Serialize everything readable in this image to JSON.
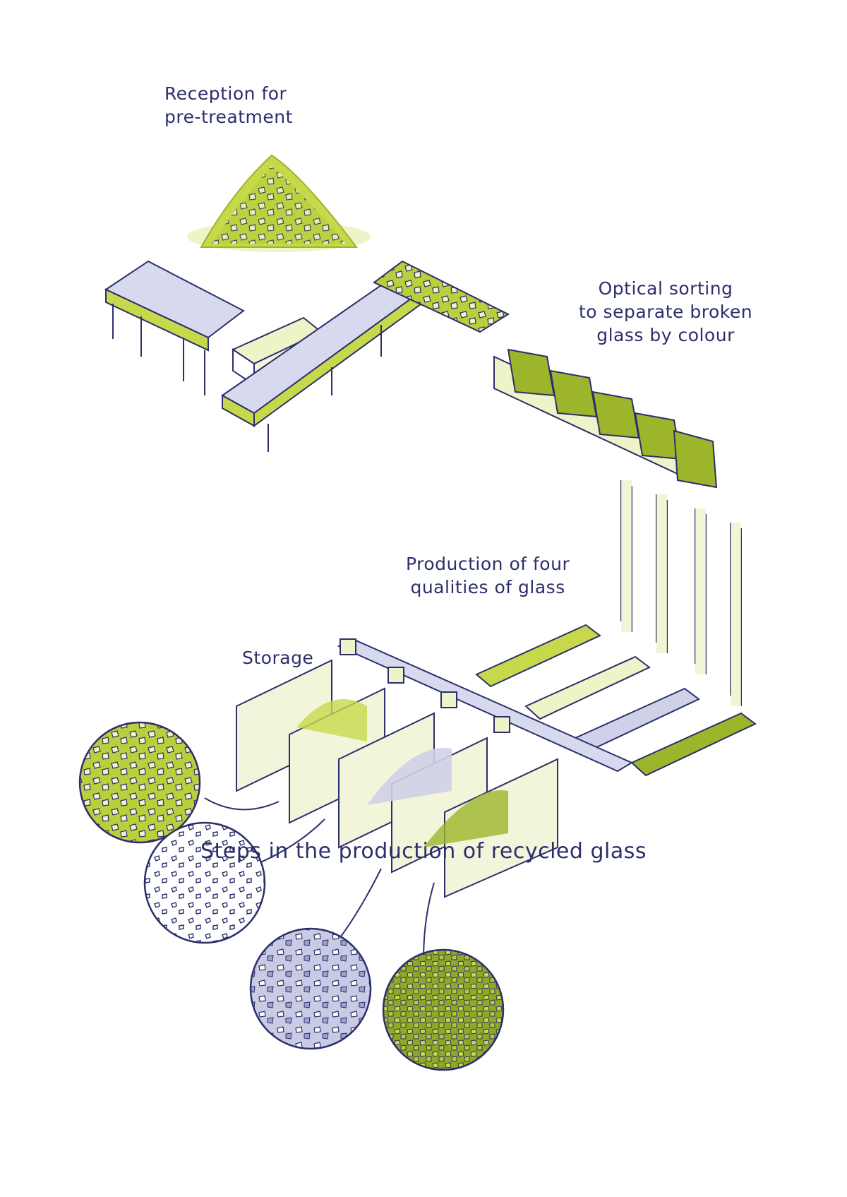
{
  "title": "Steps in the production of recycled glass",
  "stages": {
    "reception": [
      "Reception for",
      "pre-treatment"
    ],
    "optical_sorting": [
      "Optical sorting",
      "to separate broken",
      "glass by colour"
    ],
    "production": [
      "Production of four",
      "qualities of glass"
    ],
    "storage": "Storage"
  },
  "colors": {
    "ink": "#2b2f6b",
    "green": "#c7d94a",
    "green_dark": "#9cb52a",
    "green_pale": "#eef3c8",
    "lavender": "#cfd1e8"
  }
}
